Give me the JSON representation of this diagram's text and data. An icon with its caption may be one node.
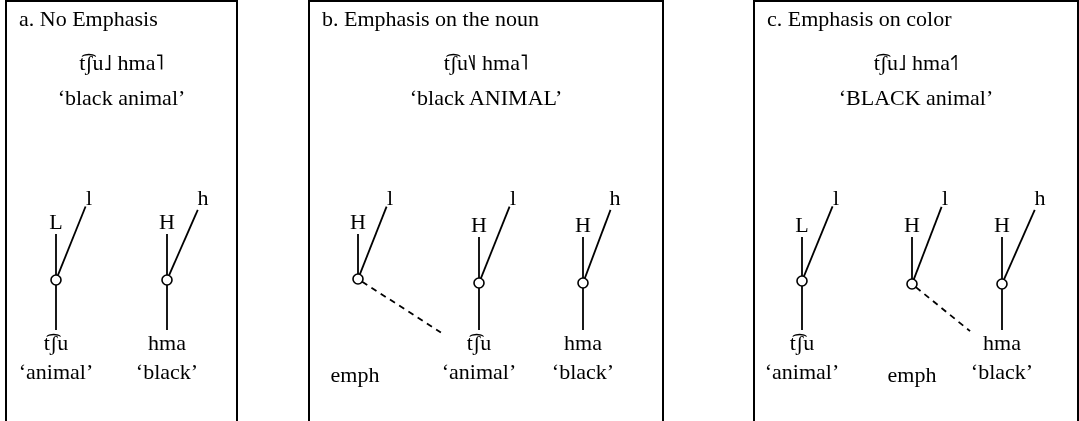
{
  "diagram": {
    "nodes": [
      {
        "text": [
          "a. No Emphasis",
          "t͡ʃu˩ hma˥",
          "‘black animal’"
        ]
      },
      {
        "text": [
          "L"
        ],
        "in": 0
      },
      {
        "text": [
          "l"
        ],
        "in": 0
      },
      {
        "text": [],
        "shape": "circle",
        "in": 0
      },
      {
        "text": [
          "t͡ʃu"
        ],
        "beside": [
          "‘animal’"
        ],
        "in": 0
      },
      {
        "text": [
          "H"
        ],
        "in": 0
      },
      {
        "text": [
          "h"
        ],
        "in": 0
      },
      {
        "text": [],
        "shape": "circle",
        "in": 0
      },
      {
        "text": [
          "hma"
        ],
        "beside": [
          "‘black’"
        ],
        "in": 0
      },
      {
        "text": [
          "b. Emphasis on the noun",
          "t͡ʃu˥˩ hma˥",
          "‘black ANIMAL’"
        ]
      },
      {
        "text": [
          "H"
        ],
        "in": 9
      },
      {
        "text": [
          "l"
        ],
        "in": 9
      },
      {
        "text": [],
        "shape": "circle",
        "in": 9
      },
      {
        "text": [
          "H"
        ],
        "in": 9
      },
      {
        "text": [
          "l"
        ],
        "in": 9
      },
      {
        "text": [],
        "shape": "circle",
        "in": 9
      },
      {
        "text": [
          "t͡ʃu"
        ],
        "beside": [
          "‘animal’"
        ],
        "in": 9
      },
      {
        "text": [
          "H"
        ],
        "in": 9
      },
      {
        "text": [
          "h"
        ],
        "in": 9
      },
      {
        "text": [],
        "shape": "circle",
        "in": 9
      },
      {
        "text": [
          "hma"
        ],
        "beside": [
          "‘black’"
        ],
        "in": 9
      },
      {
        "text": [
          "c. Emphasis on color",
          "t͡ʃu˩ hma˦˥",
          "‘BLACK animal’"
        ]
      },
      {
        "text": [
          "L"
        ],
        "in": 21
      },
      {
        "text": [
          "l"
        ],
        "in": 21
      },
      {
        "text": [],
        "shape": "circle",
        "in": 21
      },
      {
        "text": [
          "t͡ʃu"
        ],
        "beside": [
          "‘animal’"
        ],
        "in": 21
      },
      {
        "text": [
          "H"
        ],
        "in": 21
      },
      {
        "text": [
          "l"
        ],
        "in": 21
      },
      {
        "text": [],
        "shape": "circle",
        "in": 21
      },
      {
        "text": [
          "H"
        ],
        "in": 21
      },
      {
        "text": [
          "h"
        ],
        "in": 21
      },
      {
        "text": [],
        "shape": "circle",
        "in": 21
      },
      {
        "text": [
          "hma"
        ],
        "beside": [
          "‘black’"
        ],
        "in": 21
      }
    ],
    "edges": [
      {
        "from": 1,
        "to": 3,
        "arrow": "none"
      },
      {
        "from": 2,
        "to": 3,
        "arrow": "none"
      },
      {
        "from": 3,
        "to": 4,
        "arrow": "none"
      },
      {
        "from": 5,
        "to": 7,
        "arrow": "none"
      },
      {
        "from": 6,
        "to": 7,
        "arrow": "none"
      },
      {
        "from": 7,
        "to": 8,
        "arrow": "none"
      },
      {
        "from": 10,
        "to": 12,
        "arrow": "none"
      },
      {
        "from": 11,
        "to": 12,
        "arrow": "none"
      },
      {
        "from": 12,
        "to": 16,
        "arrow": "none",
        "style": "dashed"
      },
      {
        "from": 13,
        "to": 15,
        "arrow": "none"
      },
      {
        "from": 14,
        "to": 15,
        "arrow": "none"
      },
      {
        "from": 15,
        "to": 16,
        "arrow": "none"
      },
      {
        "from": 17,
        "to": 19,
        "arrow": "none"
      },
      {
        "from": 18,
        "to": 19,
        "arrow": "none"
      },
      {
        "from": 19,
        "to": 20,
        "arrow": "none"
      },
      {
        "from": 22,
        "to": 24,
        "arrow": "none"
      },
      {
        "from": 23,
        "to": 24,
        "arrow": "none"
      },
      {
        "from": 24,
        "to": 25,
        "arrow": "none"
      },
      {
        "from": 26,
        "to": 28,
        "arrow": "none"
      },
      {
        "from": 27,
        "to": 28,
        "arrow": "none"
      },
      {
        "from": 28,
        "to": 32,
        "arrow": "none",
        "style": "dashed"
      },
      {
        "from": 29,
        "to": 31,
        "arrow": "none"
      },
      {
        "from": 30,
        "to": 31,
        "arrow": "none"
      },
      {
        "from": 31,
        "to": 32,
        "arrow": "none"
      }
    ],
    "labels": [
      "emph",
      "emph"
    ]
  }
}
